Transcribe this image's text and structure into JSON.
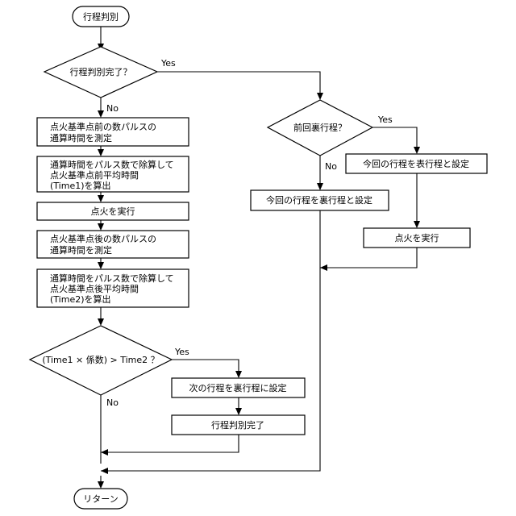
{
  "start": {
    "label": "行程判別"
  },
  "decision_complete": {
    "label": "行程判別完了？",
    "yes": "Yes",
    "no": "No"
  },
  "step_measure_before": {
    "line1": "点火基準点前の数パルスの",
    "line2": "通算時間を測定"
  },
  "step_avg_before": {
    "line1": "通算時間をパルス数で除算して",
    "line2": "点火基準点前平均時間",
    "line3": "(Time1)を算出"
  },
  "step_ignite": {
    "label": "点火を実行"
  },
  "step_measure_after": {
    "line1": "点火基準点後の数パルスの",
    "line2": "通算時間を測定"
  },
  "step_avg_after": {
    "line1": "通算時間をパルス数で除算して",
    "line2": "点火基準点後平均時間",
    "line3": "(Time2)を算出"
  },
  "decision_compare": {
    "label": "(Time1 × 係数) > Time2 ？",
    "yes": "Yes",
    "no": "No"
  },
  "step_set_next": {
    "label": "次の行程を裏行程に設定"
  },
  "step_complete": {
    "label": "行程判別完了"
  },
  "end": {
    "label": "リターン"
  },
  "decision_prev_back": {
    "label": "前回裏行程？",
    "yes": "Yes",
    "no": "No"
  },
  "step_set_front": {
    "label": "今回の行程を表行程と設定"
  },
  "step_ignite_right": {
    "label": "点火を実行"
  },
  "step_set_back": {
    "label": "今回の行程を裏行程と設定"
  }
}
